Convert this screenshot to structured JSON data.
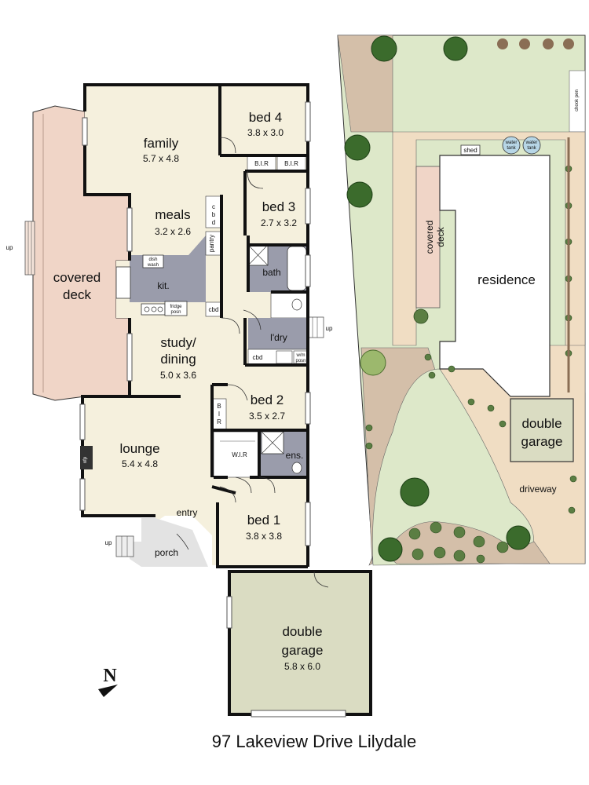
{
  "floor_plan": {
    "rooms": {
      "family": {
        "name": "family",
        "dims": "5.7 x 4.8"
      },
      "bed4": {
        "name": "bed 4",
        "dims": "3.8 x 3.0"
      },
      "meals": {
        "name": "meals",
        "dims": "3.2 x 2.6"
      },
      "bed3": {
        "name": "bed 3",
        "dims": "2.7 x 3.2"
      },
      "covered_deck": {
        "line1": "covered",
        "line2": "deck"
      },
      "kitchen": {
        "name": "kit."
      },
      "bath": {
        "name": "bath"
      },
      "laundry": {
        "name": "l'dry"
      },
      "study": {
        "line1": "study/",
        "line2": "dining",
        "dims": "5.0 x 3.6"
      },
      "bed2": {
        "name": "bed 2",
        "dims": "3.5 x 2.7"
      },
      "lounge": {
        "name": "lounge",
        "dims": "5.4 x 4.8"
      },
      "ensuite": {
        "name": "ens."
      },
      "wir": {
        "name": "W.I.R"
      },
      "entry": {
        "name": "entry"
      },
      "bed1": {
        "name": "bed 1",
        "dims": "3.8 x 3.8"
      },
      "porch": {
        "name": "porch"
      },
      "garage": {
        "line1": "double",
        "line2": "garage",
        "dims": "5.8 x 6.0"
      }
    },
    "fixtures": {
      "bir": "B.I.R",
      "cbd": "cbd",
      "pantry": "pantry",
      "dishwash_1": "dish",
      "dishwash_2": "wash",
      "fridge_1": "fridge",
      "fridge_2": "posn",
      "wm_1": "w/m",
      "wm_2": "posn",
      "bir_vertical": [
        "B",
        "I",
        "R"
      ],
      "cbd_vertical": [
        "c",
        "b",
        "d"
      ],
      "ofp": "ofp",
      "up": "up"
    },
    "compass": "N"
  },
  "site_plan": {
    "residence": "residence",
    "covered_deck": {
      "line1": "covered",
      "line2": "deck"
    },
    "garage": {
      "line1": "double",
      "line2": "garage"
    },
    "driveway": "driveway",
    "shed": "shed",
    "chook_pen": "chook pen",
    "water_tank": {
      "line1": "water",
      "line2": "tank"
    }
  },
  "address": "97 Lakeview Drive Lilydale",
  "colors": {
    "floor": "#f5f0dd",
    "deck": "#f0d5c7",
    "garage": "#dadcc2",
    "wet_area": "#9a9cab",
    "porch": "#e3e3e3",
    "lawn": "#dde8c9",
    "garden_bed": "#d4bfa9",
    "driveway": "#f0ddc3",
    "wall": "#111111"
  }
}
